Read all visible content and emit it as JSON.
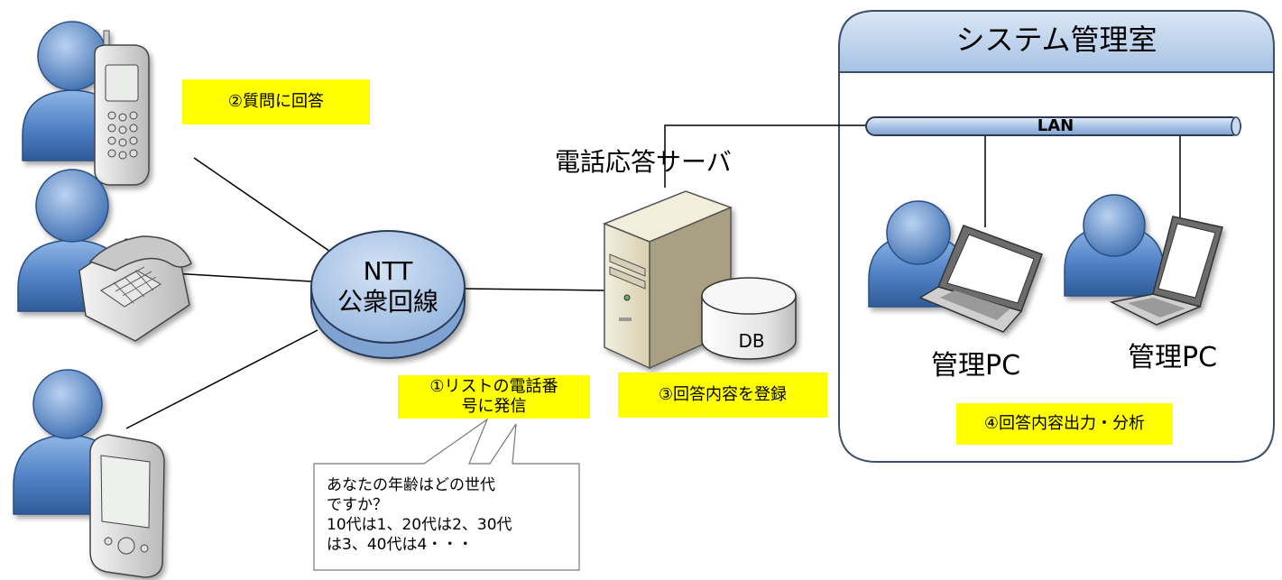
{
  "system_room": {
    "title": "システム管理室"
  },
  "lan": {
    "label": "LAN"
  },
  "server": {
    "label": "電話応答サーバ",
    "db_label": "DB"
  },
  "ntt": {
    "line1": "NTT",
    "line2": "公衆回線"
  },
  "pcs": [
    {
      "label": "管理PC"
    },
    {
      "label": "管理PC"
    }
  ],
  "steps": {
    "step1_line1": "①リストの電話番",
    "step1_line2": "号に発信",
    "step2": "②質問に回答",
    "step3": "③回答内容を登録",
    "step4": "④回答内容出力・分析"
  },
  "callout": {
    "lines": [
      "あなたの年齢はどの世代",
      "ですか？",
      "10代は1、20代は2、30代",
      "は3、40代は4・・・"
    ]
  },
  "icons": {
    "users": [
      "person-mobile-phone-icon",
      "person-desk-phone-icon",
      "person-pda-icon"
    ],
    "admins": [
      "person-laptop-icon",
      "person-laptop-icon"
    ],
    "server": "tower-server-icon",
    "database": "database-cylinder-icon"
  },
  "colors": {
    "person_fill": "#5b8fd0",
    "bubble_fill": "#a9c4e6",
    "highlight": "#ffff00",
    "line": "#000000"
  }
}
